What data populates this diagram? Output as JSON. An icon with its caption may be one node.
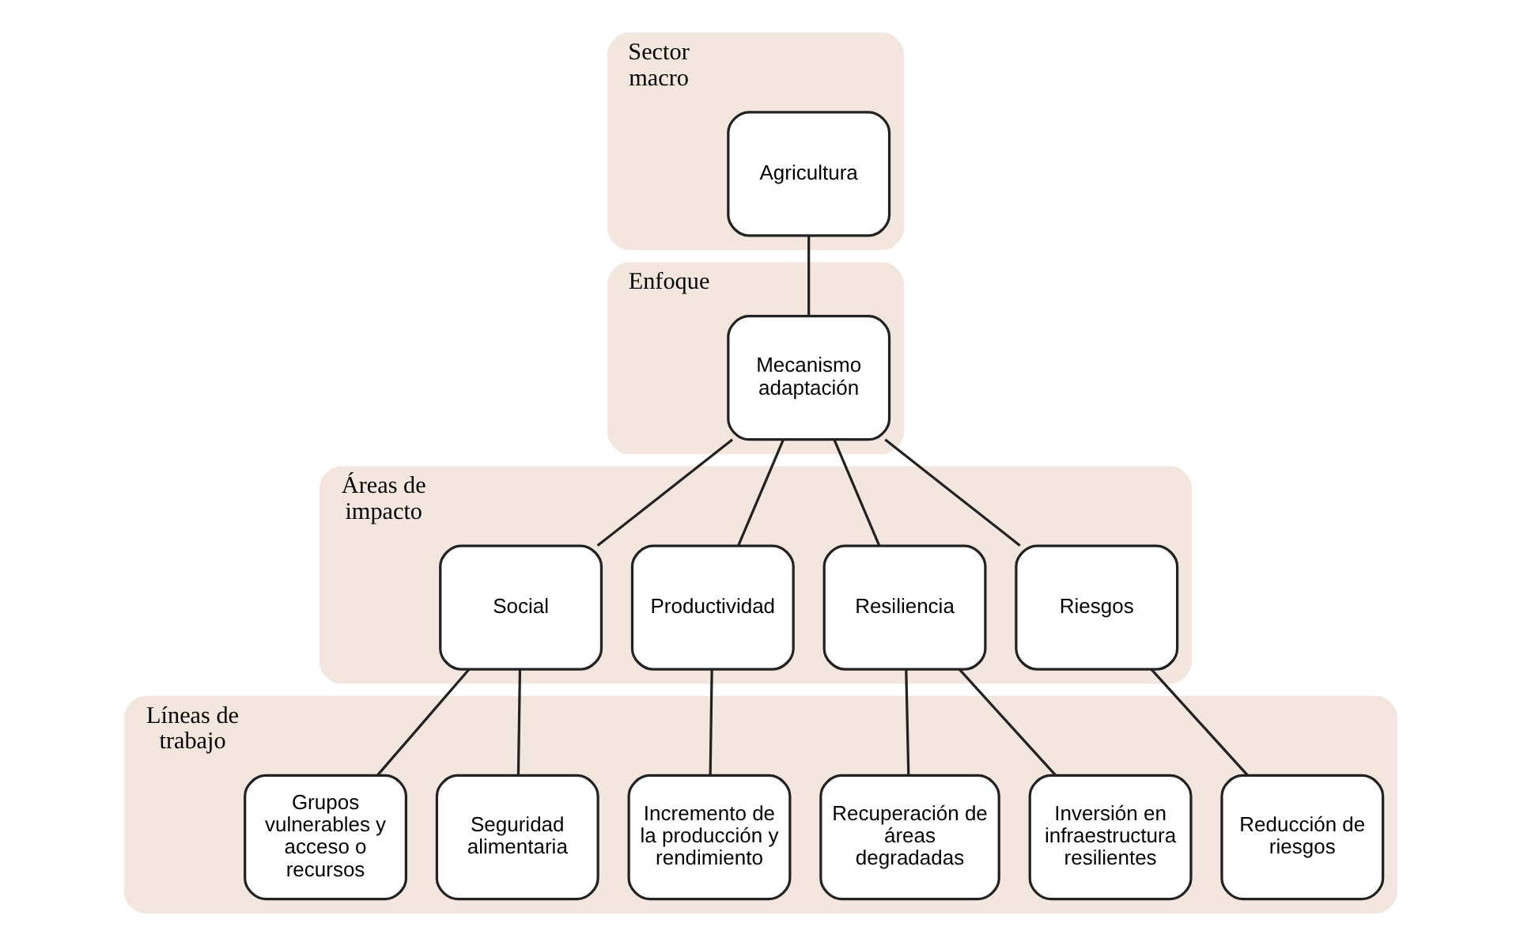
{
  "diagram": {
    "nodes": [
      {
        "text": [
          "Sector macro"
        ]
      },
      {
        "text": [
          "Agricultura"
        ],
        "in": 0
      },
      {
        "text": [
          "Enfoque"
        ]
      },
      {
        "text": [
          "Mecanismo adaptación"
        ],
        "in": 2
      },
      {
        "text": [
          "Áreas de impacto"
        ]
      },
      {
        "text": [
          "Social"
        ],
        "in": 4
      },
      {
        "text": [
          "Productividad"
        ],
        "in": 4
      },
      {
        "text": [
          "Resiliencia"
        ],
        "in": 4
      },
      {
        "text": [
          "Riesgos"
        ],
        "in": 4
      },
      {
        "text": [
          "Líneas de trabajo"
        ]
      },
      {
        "text": [
          "Grupos vulnerables y acceso o recursos"
        ],
        "in": 9
      },
      {
        "text": [
          "Seguridad alimentaria"
        ],
        "in": 9
      },
      {
        "text": [
          "Incremento de la producción y rendimiento"
        ],
        "in": 9
      },
      {
        "text": [
          "Recuperación de áreas degradadas"
        ],
        "in": 9
      },
      {
        "text": [
          "Inversión en infraestructura resilientes"
        ],
        "in": 9
      },
      {
        "text": [
          "Reducción de riesgos"
        ],
        "in": 9
      }
    ],
    "edges": [
      {
        "from": 1,
        "to": 3,
        "arrow": "none"
      },
      {
        "from": 3,
        "to": 5,
        "arrow": "none"
      },
      {
        "from": 3,
        "to": 6,
        "arrow": "none"
      },
      {
        "from": 3,
        "to": 7,
        "arrow": "none"
      },
      {
        "from": 3,
        "to": 8,
        "arrow": "none"
      },
      {
        "from": 5,
        "to": 10,
        "arrow": "none"
      },
      {
        "from": 5,
        "to": 11,
        "arrow": "none"
      },
      {
        "from": 6,
        "to": 12,
        "arrow": "none"
      },
      {
        "from": 7,
        "to": 13,
        "arrow": "none"
      },
      {
        "from": 7,
        "to": 14,
        "arrow": "none"
      },
      {
        "from": 8,
        "to": 15,
        "arrow": "none"
      }
    ]
  }
}
